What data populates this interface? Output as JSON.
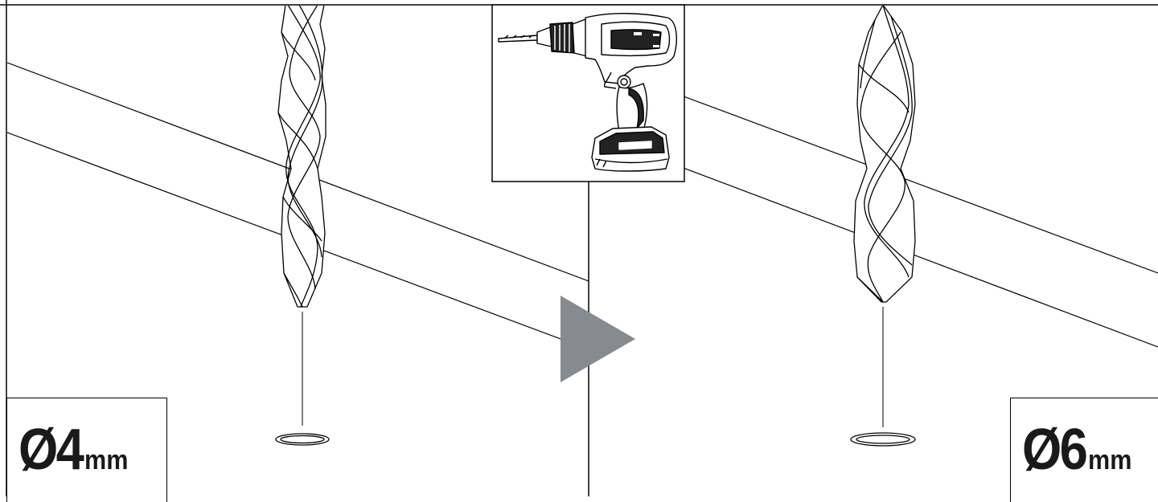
{
  "steps": [
    {
      "id": "step-left",
      "symbol": "Ø4",
      "unit": "mm"
    },
    {
      "id": "step-right",
      "symbol": "Ø6",
      "unit": "mm"
    }
  ],
  "tool": {
    "icon": "cordless-drill-icon"
  },
  "arrow": {
    "icon": "next-step-arrow-icon",
    "color": "#858b8f"
  },
  "line_color": "#000000"
}
